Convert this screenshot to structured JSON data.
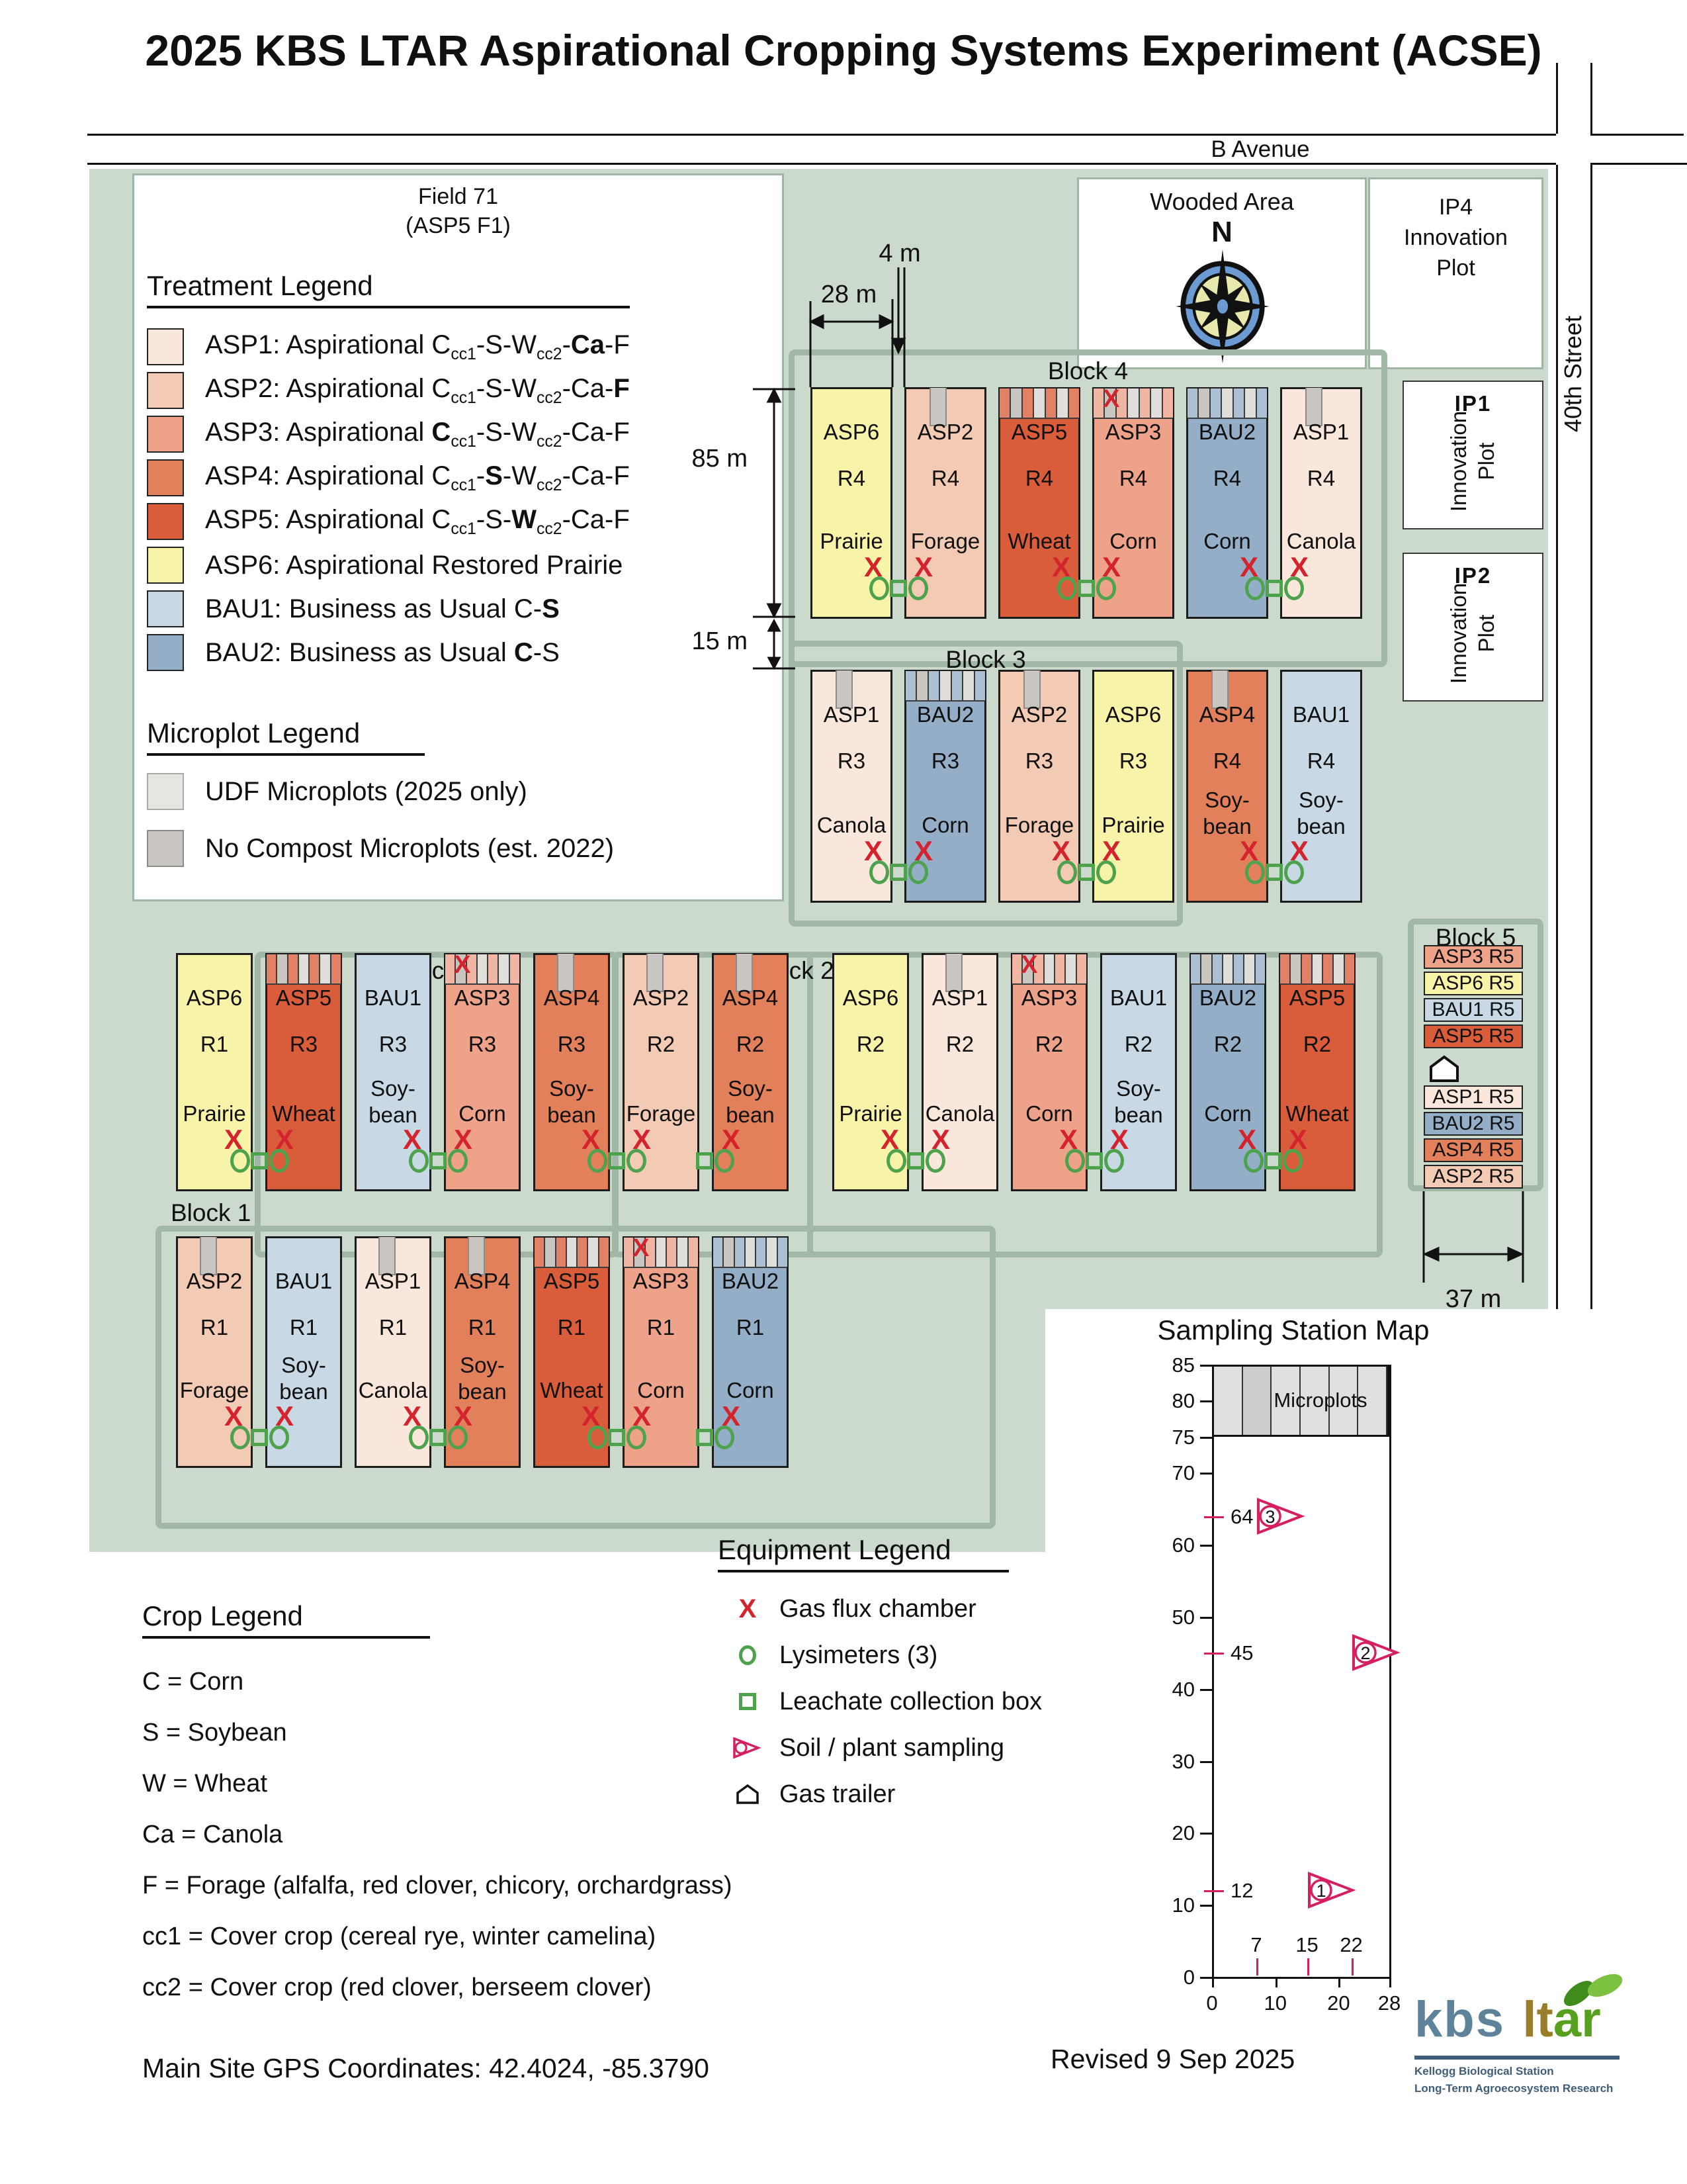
{
  "title": "2025 KBS LTAR Aspirational Cropping Systems Experiment (ACSE)",
  "roads": {
    "b_avenue": "B Avenue",
    "street": "40th Street"
  },
  "field_box": {
    "line1": "Field 71",
    "line2": "(ASP5 F1)"
  },
  "treatment_legend": {
    "title": "Treatment Legend",
    "items": [
      {
        "color": "asp1",
        "parts": [
          {
            "t": "ASP1: Aspirational C"
          },
          {
            "t": "cc1",
            "sub": true
          },
          {
            "t": "-S-W"
          },
          {
            "t": "cc2",
            "sub": true
          },
          {
            "t": "-"
          },
          {
            "t": "Ca",
            "b": true
          },
          {
            "t": "-F"
          }
        ]
      },
      {
        "color": "asp2",
        "parts": [
          {
            "t": "ASP2: Aspirational C"
          },
          {
            "t": "cc1",
            "sub": true
          },
          {
            "t": "-S-W"
          },
          {
            "t": "cc2",
            "sub": true
          },
          {
            "t": "-Ca-"
          },
          {
            "t": "F",
            "b": true
          }
        ]
      },
      {
        "color": "asp3",
        "parts": [
          {
            "t": "ASP3: Aspirational "
          },
          {
            "t": "C",
            "b": true
          },
          {
            "t": "cc1",
            "sub": true
          },
          {
            "t": "-S-W"
          },
          {
            "t": "cc2",
            "sub": true
          },
          {
            "t": "-Ca-F"
          }
        ]
      },
      {
        "color": "asp4",
        "parts": [
          {
            "t": "ASP4: Aspirational C"
          },
          {
            "t": "cc1",
            "sub": true
          },
          {
            "t": "-"
          },
          {
            "t": "S",
            "b": true
          },
          {
            "t": "-W"
          },
          {
            "t": "cc2",
            "sub": true
          },
          {
            "t": "-Ca-F"
          }
        ]
      },
      {
        "color": "asp5",
        "parts": [
          {
            "t": "ASP5: Aspirational C"
          },
          {
            "t": "cc1",
            "sub": true
          },
          {
            "t": "-S-"
          },
          {
            "t": "W",
            "b": true
          },
          {
            "t": "cc2",
            "sub": true
          },
          {
            "t": "-Ca-F"
          }
        ]
      },
      {
        "color": "asp6",
        "parts": [
          {
            "t": "ASP6: Aspirational Restored Prairie"
          }
        ]
      },
      {
        "color": "bau1",
        "parts": [
          {
            "t": "BAU1: Business as Usual C-"
          },
          {
            "t": "S",
            "b": true
          }
        ]
      },
      {
        "color": "bau2",
        "parts": [
          {
            "t": "BAU2: Business as Usual "
          },
          {
            "t": "C",
            "b": true
          },
          {
            "t": "-S"
          }
        ]
      }
    ]
  },
  "microplot_legend": {
    "title": "Microplot Legend",
    "items": [
      {
        "label": "UDF Microplots (2025 only)",
        "color": "#e6e5e2",
        "border": "#aaaaaa"
      },
      {
        "label": "No Compost Microplots (est. 2022)",
        "color": "#c9c6c2",
        "border": "#8b8b8b"
      }
    ]
  },
  "wooded": {
    "label": "Wooded Area",
    "north": "N"
  },
  "ip4_box": {
    "lines": "IP4\nInnovation\nPlot"
  },
  "ip_plots": [
    {
      "id": "IP1",
      "label": "Innovation\nPlot"
    },
    {
      "id": "IP2",
      "label": "Innovation\nPlot"
    }
  ],
  "dimensions": {
    "d4": "4 m",
    "d28": "28 m",
    "d85": "85 m",
    "d15": "15 m",
    "d37": "37 m"
  },
  "block_labels": {
    "block4": "Block 4",
    "block3_upper": "Block 3",
    "block3_lower": "Block 3",
    "block2": "Block 2",
    "block1": "Block 1",
    "block5": "Block 5"
  },
  "rows": {
    "block4_row": {
      "plots": [
        [
          "ASP6",
          "R4",
          [
            "Prairie"
          ],
          "asp6",
          "none",
          "right"
        ],
        [
          "ASP2",
          "R4",
          [
            "Forage"
          ],
          "asp2",
          "nc",
          "left"
        ],
        [
          "ASP5",
          "R4",
          [
            "Wheat"
          ],
          "asp5",
          "udf",
          "right"
        ],
        [
          "ASP3",
          "R4",
          [
            "Corn"
          ],
          "asp3",
          "udfx",
          "left"
        ],
        [
          "BAU2",
          "R4",
          [
            "Corn"
          ],
          "bau2",
          "udf",
          "right"
        ],
        [
          "ASP1",
          "R4",
          [
            "Canola"
          ],
          "asp1",
          "nc",
          "left"
        ]
      ],
      "clusters": [
        [
          0,
          "oso"
        ],
        [
          2,
          "oso"
        ],
        [
          4,
          "oso"
        ]
      ]
    },
    "block3u_row": {
      "plots": [
        [
          "ASP1",
          "R3",
          [
            "Canola"
          ],
          "asp1",
          "nc",
          "right"
        ],
        [
          "BAU2",
          "R3",
          [
            "Corn"
          ],
          "bau2",
          "udf",
          "left"
        ],
        [
          "ASP2",
          "R3",
          [
            "Forage"
          ],
          "asp2",
          "nc",
          "right"
        ],
        [
          "ASP6",
          "R3",
          [
            "Prairie"
          ],
          "asp6",
          "none",
          "left"
        ],
        [
          "ASP4",
          "R4",
          [
            "Soy-",
            "bean"
          ],
          "asp4",
          "nc",
          "right"
        ],
        [
          "BAU1",
          "R4",
          [
            "Soy-",
            "bean"
          ],
          "bau1",
          "none",
          "left"
        ]
      ],
      "clusters": [
        [
          0,
          "oso"
        ],
        [
          2,
          "oso"
        ],
        [
          4,
          "oso"
        ]
      ]
    },
    "middle_row": {
      "plots": [
        [
          "ASP6",
          "R1",
          [
            "Prairie"
          ],
          "asp6",
          "none",
          "right"
        ],
        [
          "ASP5",
          "R3",
          [
            "Wheat"
          ],
          "asp5",
          "udf",
          "left"
        ],
        [
          "BAU1",
          "R3",
          [
            "Soy-",
            "bean"
          ],
          "bau1",
          "none",
          "right"
        ],
        [
          "ASP3",
          "R3",
          [
            "Corn"
          ],
          "asp3",
          "udfx",
          "left"
        ],
        [
          "ASP4",
          "R3",
          [
            "Soy-",
            "bean"
          ],
          "asp4",
          "nc",
          "right"
        ],
        [
          "ASP2",
          "R2",
          [
            "Forage"
          ],
          "asp2",
          "nc",
          "left"
        ],
        [
          "ASP4",
          "R2",
          [
            "Soy-",
            "bean"
          ],
          "asp4",
          "nc",
          "left"
        ],
        [
          "ASP6",
          "R2",
          [
            "Prairie"
          ],
          "asp6",
          "none",
          "right"
        ],
        [
          "ASP1",
          "R2",
          [
            "Canola"
          ],
          "asp1",
          "nc",
          "left"
        ],
        [
          "ASP3",
          "R2",
          [
            "Corn"
          ],
          "asp3",
          "udfx",
          "right"
        ],
        [
          "BAU1",
          "R2",
          [
            "Soy-",
            "bean"
          ],
          "bau1",
          "none",
          "left"
        ],
        [
          "BAU2",
          "R2",
          [
            "Corn"
          ],
          "bau2",
          "udf",
          "right"
        ],
        [
          "ASP5",
          "R2",
          [
            "Wheat"
          ],
          "asp5",
          "udf",
          "left"
        ]
      ],
      "clusters": [
        [
          0,
          "oso"
        ],
        [
          2,
          "oso"
        ],
        [
          4,
          "oso"
        ],
        [
          5,
          "so"
        ],
        [
          7,
          "oso"
        ],
        [
          9,
          "oso"
        ],
        [
          11,
          "oso"
        ]
      ]
    },
    "block1_row": {
      "plots": [
        [
          "ASP2",
          "R1",
          [
            "Forage"
          ],
          "asp2",
          "nc",
          "right"
        ],
        [
          "BAU1",
          "R1",
          [
            "Soy-",
            "bean"
          ],
          "bau1",
          "none",
          "left"
        ],
        [
          "ASP1",
          "R1",
          [
            "Canola"
          ],
          "asp1",
          "nc",
          "right"
        ],
        [
          "ASP4",
          "R1",
          [
            "Soy-",
            "bean"
          ],
          "asp4",
          "nc",
          "left"
        ],
        [
          "ASP5",
          "R1",
          [
            "Wheat"
          ],
          "asp5",
          "udf",
          "right"
        ],
        [
          "ASP3",
          "R1",
          [
            "Corn"
          ],
          "asp3",
          "udfx",
          "left"
        ],
        [
          "BAU2",
          "R1",
          [
            "Corn"
          ],
          "bau2",
          "udf",
          "left"
        ]
      ],
      "clusters": [
        [
          0,
          "oso"
        ],
        [
          2,
          "oso"
        ],
        [
          4,
          "oso"
        ],
        [
          5,
          "so"
        ]
      ]
    }
  },
  "block5_strips": [
    [
      "ASP3 R5",
      "asp3"
    ],
    [
      "ASP6 R5",
      "asp6"
    ],
    [
      "BAU1 R5",
      "bau1"
    ],
    [
      "ASP5 R5",
      "asp5"
    ],
    [
      null,
      "trailer"
    ],
    [
      "ASP1 R5",
      "asp1"
    ],
    [
      "BAU2 R5",
      "bau2"
    ],
    [
      "ASP4 R5",
      "asp4"
    ],
    [
      "ASP2 R5",
      "asp2"
    ]
  ],
  "sampling_map": {
    "title": "Sampling Station Map",
    "microplots_label": "Microplots"
  },
  "chart_data": {
    "type": "scatter",
    "title": "Sampling Station Map",
    "xlabel": "",
    "ylabel": "",
    "xlim": [
      0,
      28
    ],
    "ylim": [
      0,
      85
    ],
    "x_ticks": [
      0,
      10,
      20,
      28
    ],
    "x_ticks_highlight": [
      7,
      15,
      22
    ],
    "y_ticks": [
      0,
      10,
      20,
      30,
      40,
      50,
      60,
      70,
      75,
      80,
      85
    ],
    "y_ticks_highlight": [
      12,
      45,
      64
    ],
    "series": [
      {
        "name": "Sampling stations",
        "points": [
          {
            "id": 1,
            "x": 15,
            "y": 12
          },
          {
            "id": 2,
            "x": 22,
            "y": 45
          },
          {
            "id": 3,
            "x": 7,
            "y": 64
          }
        ]
      }
    ],
    "annotations": [
      {
        "label": "Microplots",
        "band_y": [
          75,
          85
        ],
        "cells": 6
      }
    ],
    "legend": false,
    "grid": false
  },
  "equipment_legend": {
    "title": "Equipment Legend",
    "items": [
      {
        "icon": "gas-flux-x-icon",
        "label": "Gas flux chamber"
      },
      {
        "icon": "lysimeter-circle-icon",
        "label": "Lysimeters (3)"
      },
      {
        "icon": "leachate-box-icon",
        "label": "Leachate collection box"
      },
      {
        "icon": "sampling-flag-icon",
        "label": "Soil / plant sampling"
      },
      {
        "icon": "gas-trailer-icon",
        "label": "Gas trailer"
      }
    ]
  },
  "crop_legend": {
    "title": "Crop Legend",
    "items": [
      "C = Corn",
      "S = Soybean",
      "W = Wheat",
      "Ca = Canola",
      "F = Forage (alfalfa, red clover, chicory, orchardgrass)",
      "cc1 = Cover crop (cereal rye, winter camelina)",
      "cc2 = Cover crop (red clover, berseem clover)"
    ]
  },
  "footer": {
    "gps": "Main Site GPS Coordinates: 42.4024, -85.3790",
    "revised": "Revised 9 Sep 2025",
    "logo": {
      "kbs": "kbs",
      "lt": "lt",
      "ar": "ar",
      "line1": "Kellogg Biological Station",
      "line2": "Long-Term Agroecosystem Research"
    }
  },
  "colors": {
    "asp1": "#f9e7db",
    "asp2": "#f3cab3",
    "asp3": "#eda289",
    "asp4": "#e2805c",
    "asp5": "#d95d3a",
    "asp6": "#f7f3a8",
    "bau1": "#c8d8e4",
    "bau2": "#93aec6",
    "udf": "#e0deda",
    "nocompost": "#c9c6c2",
    "sage": "#ccd9cd",
    "block_border": "#a2b8a6",
    "red_x": "#d5232e",
    "green": "#4ea24e",
    "flag": "#d6205e"
  }
}
